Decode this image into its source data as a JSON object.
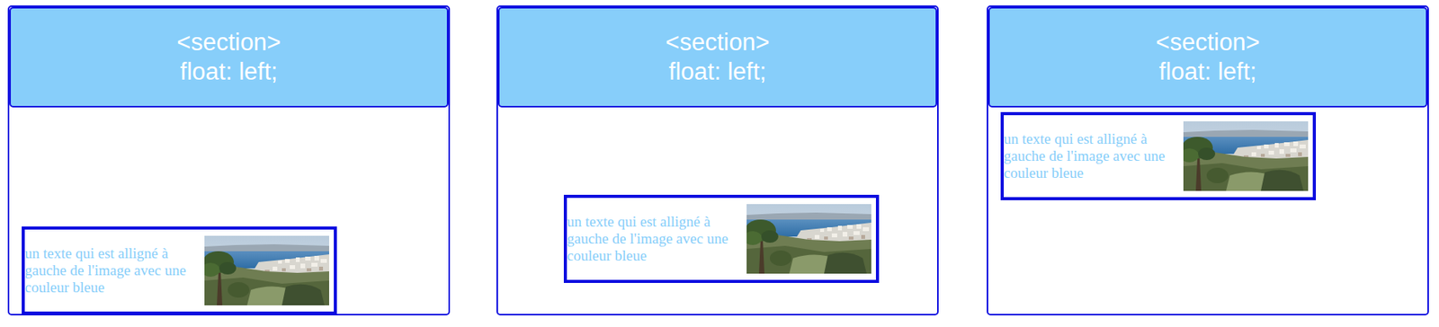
{
  "diagram": {
    "nodes": [
      {
        "text": [
          "<section> float: left;"
        ]
      },
      {
        "text": [
          "un texte qui est alligné à gauche de l'image avec une couleur bleue"
        ],
        "in": 0
      },
      {
        "text": [
          "<section> float: left;"
        ]
      },
      {
        "text": [
          "un texte qui est alligné à gauche de l'image avec une couleur bleue"
        ],
        "in": 2
      },
      {
        "text": [
          "<section> float: left;"
        ]
      },
      {
        "text": [
          "un texte qui est alligné à gauche de l'image avec une couleur bleue"
        ],
        "in": 4
      }
    ]
  }
}
